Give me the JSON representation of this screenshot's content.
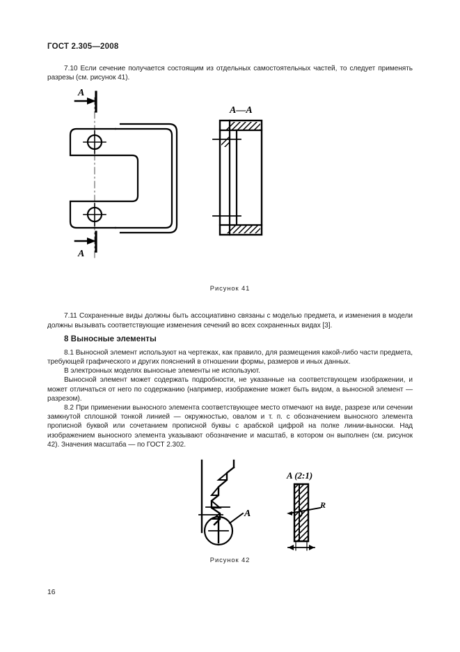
{
  "header": {
    "standard": "ГОСТ 2.305—2008"
  },
  "page_number": "16",
  "paragraphs": {
    "p710": "7.10  Если сечение получается состоящим из отдельных самостоятельных частей, то следует применять разрезы (см. рисунок 41).",
    "p711": "7.11  Сохраненные виды должны быть ассоциативно связаны с моделью предмета, и изменения в модели должны вызывать соответствующие изменения сечений во всех сохраненных видах [3].",
    "heading8": "8  Выносные элементы",
    "p81a": "8.1  Выносной элемент используют на чертежах, как правило, для размещения какой-либо части предмета, требующей графического и других пояснений в отношении формы, размеров и иных данных.",
    "p81b": "В электронных моделях выносные элементы не используют.",
    "p81c": "Выносной элемент может содержать подробности, не указанные на соответствующем изображении, и может отличаться от него по содержанию (например, изображение может быть видом, а выносной элемент — разрезом).",
    "p82": "8.2  При применении выносного элемента соответствующее место отмечают на виде, разрезе или сечении замкнутой сплошной тонкой линией — окружностью, овалом и т. п. с обозначением выносного элемента прописной буквой или сочетанием прописной буквы с арабской цифрой на полке линии-выноски. Над изображением выносного элемента указывают обозначение и масштаб, в котором он выполнен (см. рисунок 42). Значения масштаба — по ГОСТ 2.302."
  },
  "figure41": {
    "caption": "Рисунок 41",
    "section_letter_top": "A",
    "section_letter_bottom": "A",
    "section_view_label": "A—A"
  },
  "figure42": {
    "caption": "Рисунок 42",
    "detail_letter": "A",
    "detail_view_label": "A (2:1)",
    "radius_label": "R"
  },
  "colors": {
    "ink": "#1a1a1a",
    "paper": "#ffffff",
    "line": "#000000"
  }
}
